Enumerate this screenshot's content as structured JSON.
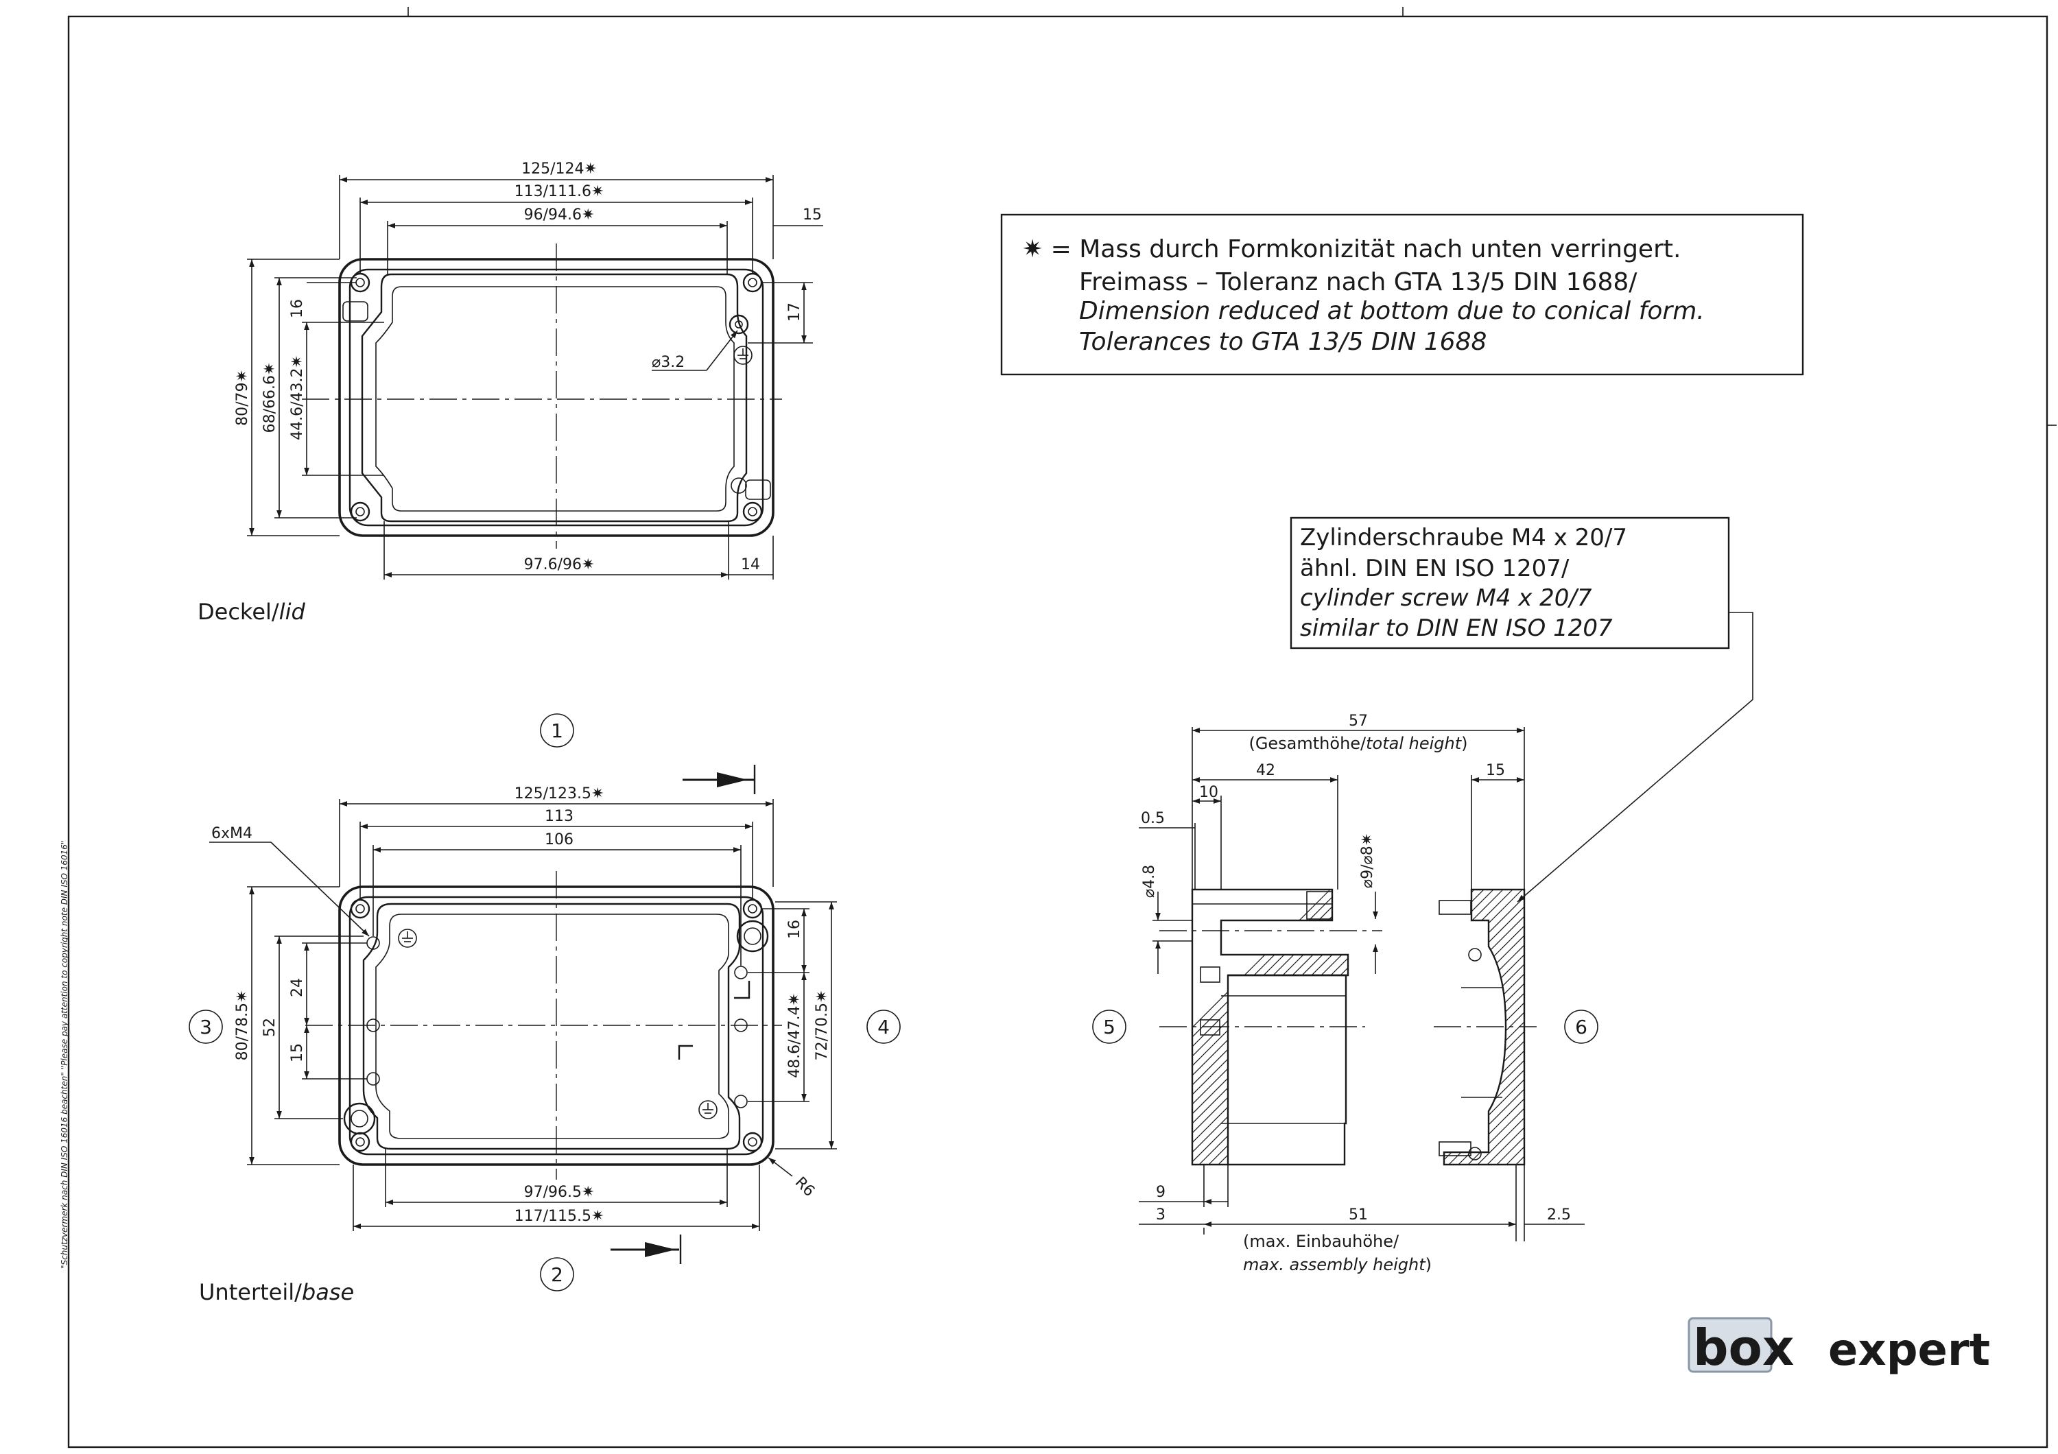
{
  "note": {
    "line1": "✷ = Mass durch Formkonizität nach unten verringert.",
    "line2": "Freimass – Toleranz nach GTA 13/5 DIN 1688/",
    "line3": "Dimension reduced at bottom due to conical form.",
    "line4": "Tolerances to GTA 13/5 DIN 1688"
  },
  "screw_note": {
    "line1": "Zylinderschraube M4 x 20/7",
    "line2": "ähnl. DIN EN ISO 1207/",
    "line3": "cylinder screw M4 x 20/7",
    "line4": "similar to DIN EN ISO 1207"
  },
  "copyright_side": "\"Schutzvermerk nach DIN ISO 16016 beachten\" \"Please pay attention to copyright note DIN ISO 16016\"",
  "lid": {
    "label": "Deckel/",
    "label_it": "lid",
    "dims": {
      "w125": "125/124✷",
      "w113": "113/111.6✷",
      "w96": "96/94.6✷",
      "d15": "15",
      "d17": "17",
      "d16": "16",
      "h80": "80/79✷",
      "h68": "68/66.6✷",
      "h44": "44.6/43.2✷",
      "dia32": "⌀3.2",
      "w97": "97.6/96✷",
      "d14": "14"
    }
  },
  "base": {
    "label": "Unterteil/",
    "label_it": "base",
    "dims": {
      "w125": "125/123.5✷",
      "w113": "113",
      "w106": "106",
      "m4": "6xM4",
      "h80": "80/78.5✷",
      "h52": "52",
      "d24": "24",
      "d15": "15",
      "d16": "16",
      "h48": "48.6/47.4✷",
      "h72": "72/70.5✷",
      "w97": "97/96.5✷",
      "w117": "117/115.5✷",
      "r6": "R6"
    }
  },
  "views": {
    "v1": "1",
    "v2": "2",
    "v3": "3",
    "v4": "4",
    "v5": "5",
    "v6": "6"
  },
  "section": {
    "d57": "57",
    "total": "(Gesamthöhe/",
    "total_it": "total height",
    "total_end": ")",
    "d42": "42",
    "d10": "10",
    "d15": "15",
    "d05": "0.5",
    "dia48": "⌀4.8",
    "dia9": "⌀9/⌀8✷",
    "d9": "9",
    "d3": "3",
    "d51": "51",
    "d25": "2.5",
    "asm1": "(max. Einbauhöhe/",
    "asm2": "max. assembly height",
    "asm2_end": ")"
  },
  "logo": {
    "box": "box",
    "expert": "expert"
  },
  "colors": {
    "line": "#1a1a1a",
    "logo_blue": "#3a6fb5",
    "logo_grey": "#8a97a6"
  }
}
